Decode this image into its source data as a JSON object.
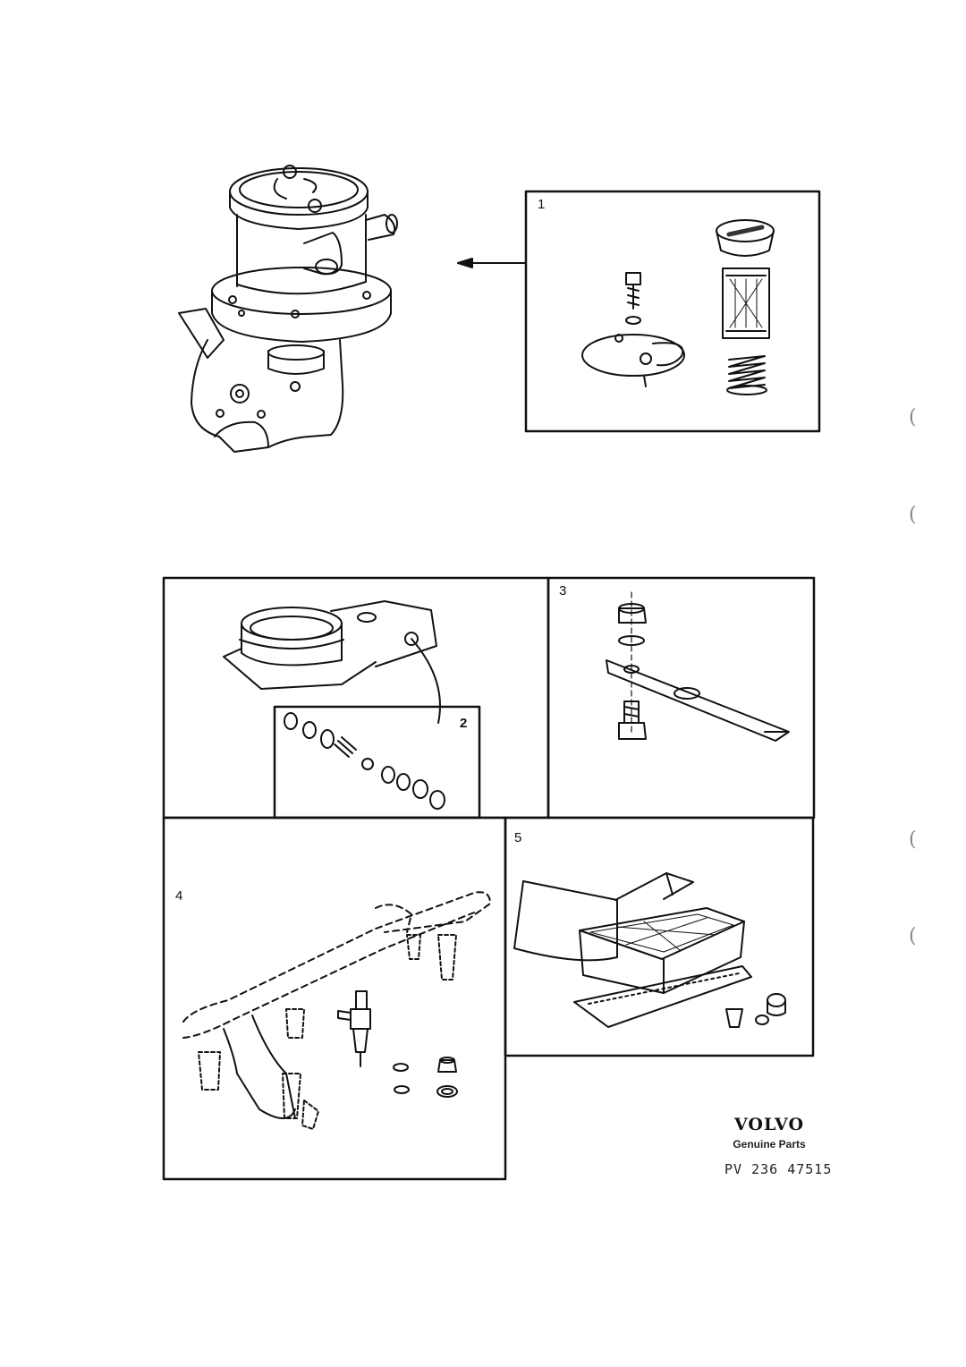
{
  "callouts": {
    "c1": "1",
    "c2": "2",
    "c3": "3",
    "c4": "4",
    "c5": "5"
  },
  "margin_marks": [
    "(",
    "(",
    "(",
    "("
  ],
  "brand": {
    "logo_text": "VOLVO",
    "tagline": "Genuine Parts",
    "reference": "PV 236 47515"
  },
  "colors": {
    "line": "#111111",
    "paper": "#ffffff"
  }
}
